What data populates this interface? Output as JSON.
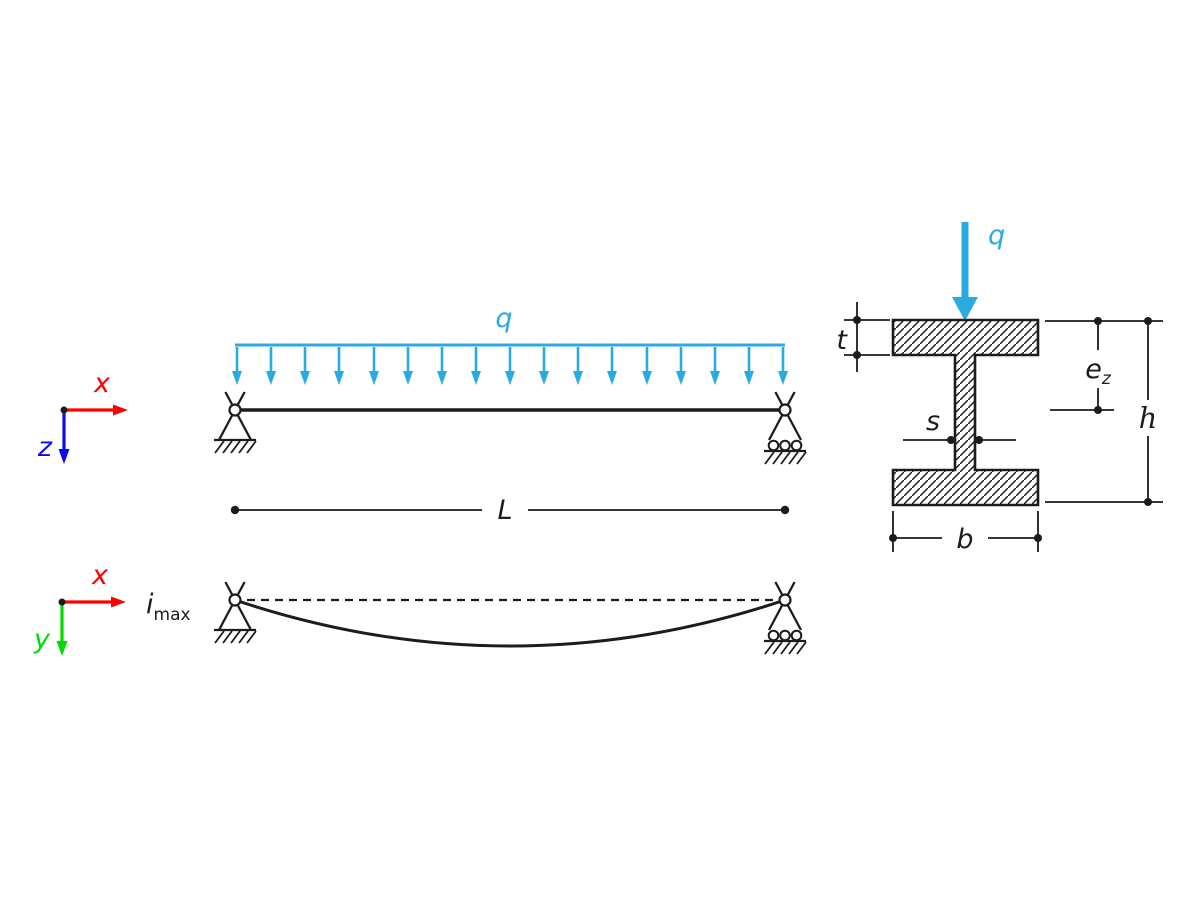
{
  "colors": {
    "load": "#29ABE2",
    "axis_x": "#FF0000",
    "axis_y": "#00DC00",
    "axis_z": "#0B0BEF",
    "ink": "#1C1C1C"
  },
  "axes": {
    "top": {
      "x": "x",
      "z": "z"
    },
    "bottom": {
      "x": "x",
      "y": "y"
    }
  },
  "beam": {
    "load_label": "q",
    "span_label": "L"
  },
  "deflection": {
    "label_base": "i",
    "label_sub": "max"
  },
  "section": {
    "load_label": "q",
    "flange_thickness_label": "t",
    "web_thickness_label": "s",
    "width_label": "b",
    "height_label": "h",
    "ez_base": "e",
    "ez_sub": "z"
  }
}
